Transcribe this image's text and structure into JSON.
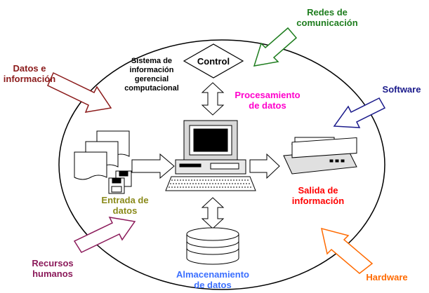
{
  "system_label": [
    "Sistema de",
    "información",
    "gerencial",
    "computacional"
  ],
  "nodes": {
    "control": "Control",
    "procesamiento": [
      "Procesamiento",
      "de datos"
    ],
    "entrada": [
      "Entrada de",
      "datos"
    ],
    "salida": [
      "Salida de",
      "información"
    ],
    "almacenamiento": [
      "Almacenamiento",
      "de datos"
    ]
  },
  "external": {
    "datos_info": [
      "Datos e",
      "información"
    ],
    "redes": [
      "Redes de",
      "comunicación"
    ],
    "software": "Software",
    "recursos": [
      "Recursos",
      "humanos"
    ],
    "hardware": "Hardware"
  },
  "colors": {
    "datos_info": "#8b1a1a",
    "redes": "#1e7d1e",
    "software": "#1a1a8b",
    "recursos": "#8b1a5a",
    "hardware": "#ff6a00",
    "procesamiento": "#ff00cc",
    "entrada": "#8a8a1a",
    "salida": "#ff0000",
    "almacenamiento": "#3b6fff"
  }
}
